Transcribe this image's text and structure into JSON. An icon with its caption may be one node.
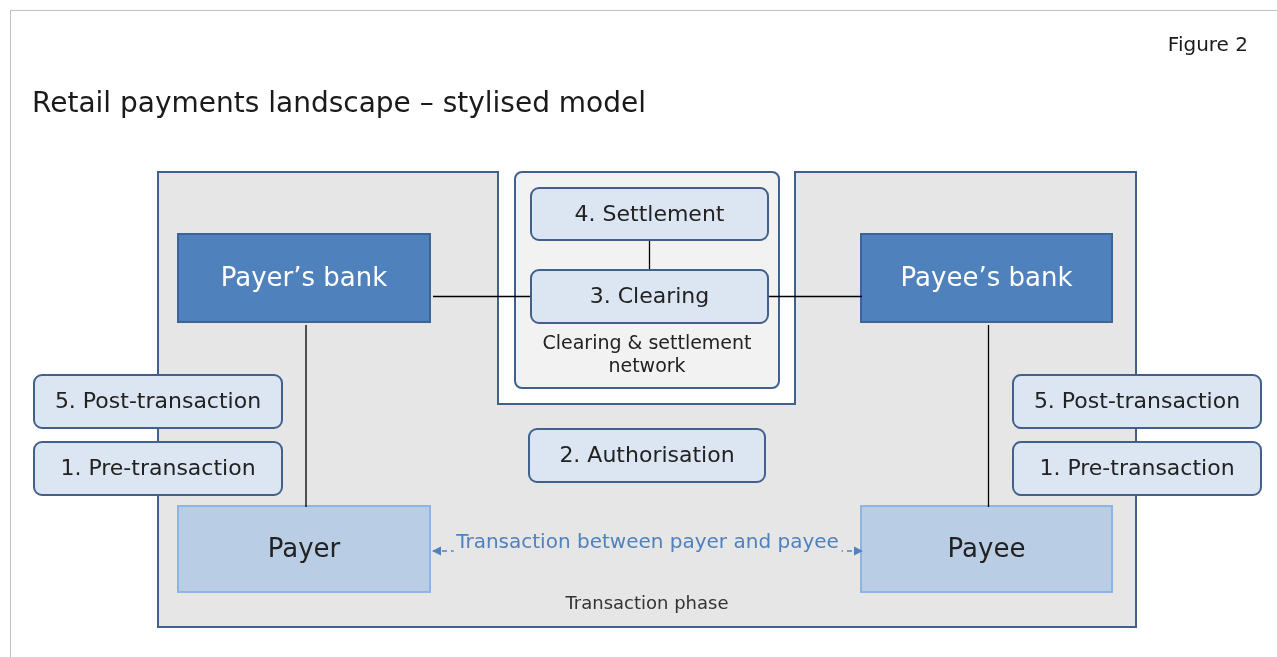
{
  "diagram": {
    "title": "Retail payments landscape – stylised model",
    "nodes": [
      {
        "text": [
          "Transaction phase"
        ]
      },
      {
        "text": [
          "Clearing & settlement network"
        ]
      },
      {
        "text": [
          "4. Settlement"
        ],
        "in": 1
      },
      {
        "text": [
          "3. Clearing"
        ],
        "in": 1
      },
      {
        "text": [
          "Payer’s bank"
        ],
        "in": 0
      },
      {
        "text": [
          "Payee’s bank"
        ],
        "in": 0
      },
      {
        "text": [
          "5. Post-transaction"
        ]
      },
      {
        "text": [
          "1. Pre-transaction"
        ]
      },
      {
        "text": [
          "2. Authorisation"
        ],
        "in": 0
      },
      {
        "text": [
          "5. Post-transaction"
        ]
      },
      {
        "text": [
          "1. Pre-transaction"
        ]
      },
      {
        "text": [
          "Payer"
        ],
        "in": 0
      },
      {
        "text": [
          "Payee"
        ],
        "in": 0
      }
    ],
    "edges": [
      {
        "from": 4,
        "to": 3,
        "arrow": "none"
      },
      {
        "from": 3,
        "to": 5,
        "arrow": "none"
      },
      {
        "from": 2,
        "to": 3,
        "arrow": "none"
      },
      {
        "from": 4,
        "to": 11,
        "arrow": "none"
      },
      {
        "from": 5,
        "to": 12,
        "arrow": "none"
      },
      {
        "from": 11,
        "to": 12,
        "arrow": "both",
        "label": "Transaction between payer and payee",
        "style": "dashed",
        "color": "#4f81bd"
      }
    ],
    "labels": [
      "Figure 2"
    ]
  }
}
